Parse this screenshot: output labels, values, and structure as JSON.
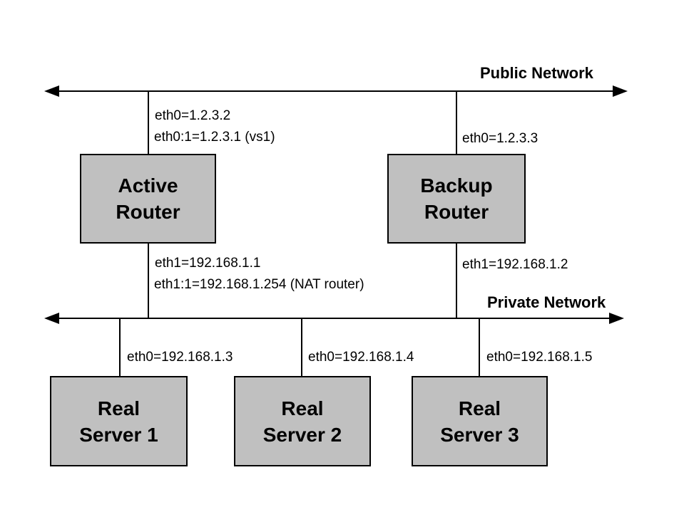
{
  "networks": {
    "public": {
      "label": "Public Network"
    },
    "private": {
      "label": "Private Network"
    }
  },
  "nodes": {
    "active_router": {
      "label": "Active\nRouter"
    },
    "backup_router": {
      "label": "Backup\nRouter"
    },
    "real_server_1": {
      "label": "Real\nServer 1"
    },
    "real_server_2": {
      "label": "Real\nServer 2"
    },
    "real_server_3": {
      "label": "Real\nServer 3"
    }
  },
  "interface_labels": {
    "active_eth0": "eth0=1.2.3.2",
    "active_eth0_alias": "eth0:1=1.2.3.1 (vs1)",
    "backup_eth0": "eth0=1.2.3.3",
    "active_eth1": "eth1=192.168.1.1",
    "active_eth1_alias": "eth1:1=192.168.1.254 (NAT router)",
    "backup_eth1": "eth1=192.168.1.2",
    "server1_eth0": "eth0=192.168.1.3",
    "server2_eth0": "eth0=192.168.1.4",
    "server3_eth0": "eth0=192.168.1.5"
  },
  "colors": {
    "background": "#ffffff",
    "node_fill": "#c0c0c0",
    "node_border": "#000000",
    "line": "#000000",
    "text": "#000000"
  }
}
